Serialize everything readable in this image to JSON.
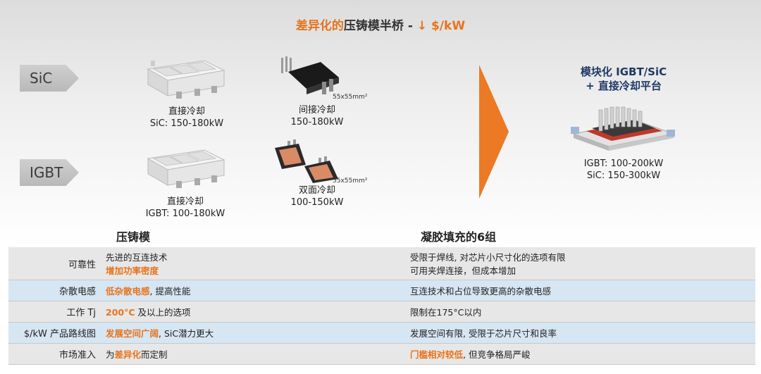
{
  "title": {
    "part1": "差异化的",
    "part2": "压铸模半桥 - ",
    "part3": "↓ $/kW"
  },
  "tags": {
    "sic": "SiC",
    "igbt": "IGBT"
  },
  "modules": {
    "sic_direct": {
      "line1": "直接冷却",
      "line2": "SiC: 150-180kW"
    },
    "sic_indirect": {
      "size": "55x55mm²",
      "line1": "间接冷却",
      "line2": "150-180kW"
    },
    "igbt_direct": {
      "line1": "直接冷却",
      "line2": "IGBT: 100-180kW"
    },
    "igbt_double": {
      "size": "55x55mm²",
      "line1": "双面冷却",
      "line2": "100-150kW"
    }
  },
  "platform": {
    "title1": "模块化 IGBT/SiC",
    "title2": "+ 直接冷却平台",
    "line1": "IGBT: 100-200kW",
    "line2": "SiC: 150-300kW"
  },
  "columns": {
    "left": "压铸模",
    "right": "凝胶填充的6组"
  },
  "colors": {
    "accent": "#e8731c",
    "navy": "#1f3864",
    "row_blue": "#d6e6f3",
    "row_gray": "#e7e7e7"
  },
  "table": {
    "rows": [
      {
        "key": "可靠性",
        "left_plain": "先进的互连技术",
        "left_bold": "增加功率密度",
        "right_line1": "受限于焊线, 对芯片小尺寸化的选项有限",
        "right_line2": "可用夹焊连接，但成本增加"
      },
      {
        "key": "杂散电感",
        "left_bold": "低杂散电感",
        "left_rest": ", 提高性能",
        "right": "互连技术和占位导致更高的杂散电感"
      },
      {
        "key": "工作 Tj",
        "left_bold": "200°C",
        "left_rest": " 及以上的选项",
        "right": "限制在175°C以内"
      },
      {
        "key": "$/kW 产品路线图",
        "left_bold": "发展空间广阔",
        "left_rest": ", SiC潜力更大",
        "right": "发展空间有限, 受限于芯片尺寸和良率"
      },
      {
        "key": "市场准入",
        "left_pre": "为",
        "left_bold": "差异化",
        "left_rest": "而定制",
        "right_bold": "门槛相对较低",
        "right_rest": ", 但竞争格局严峻"
      }
    ]
  }
}
